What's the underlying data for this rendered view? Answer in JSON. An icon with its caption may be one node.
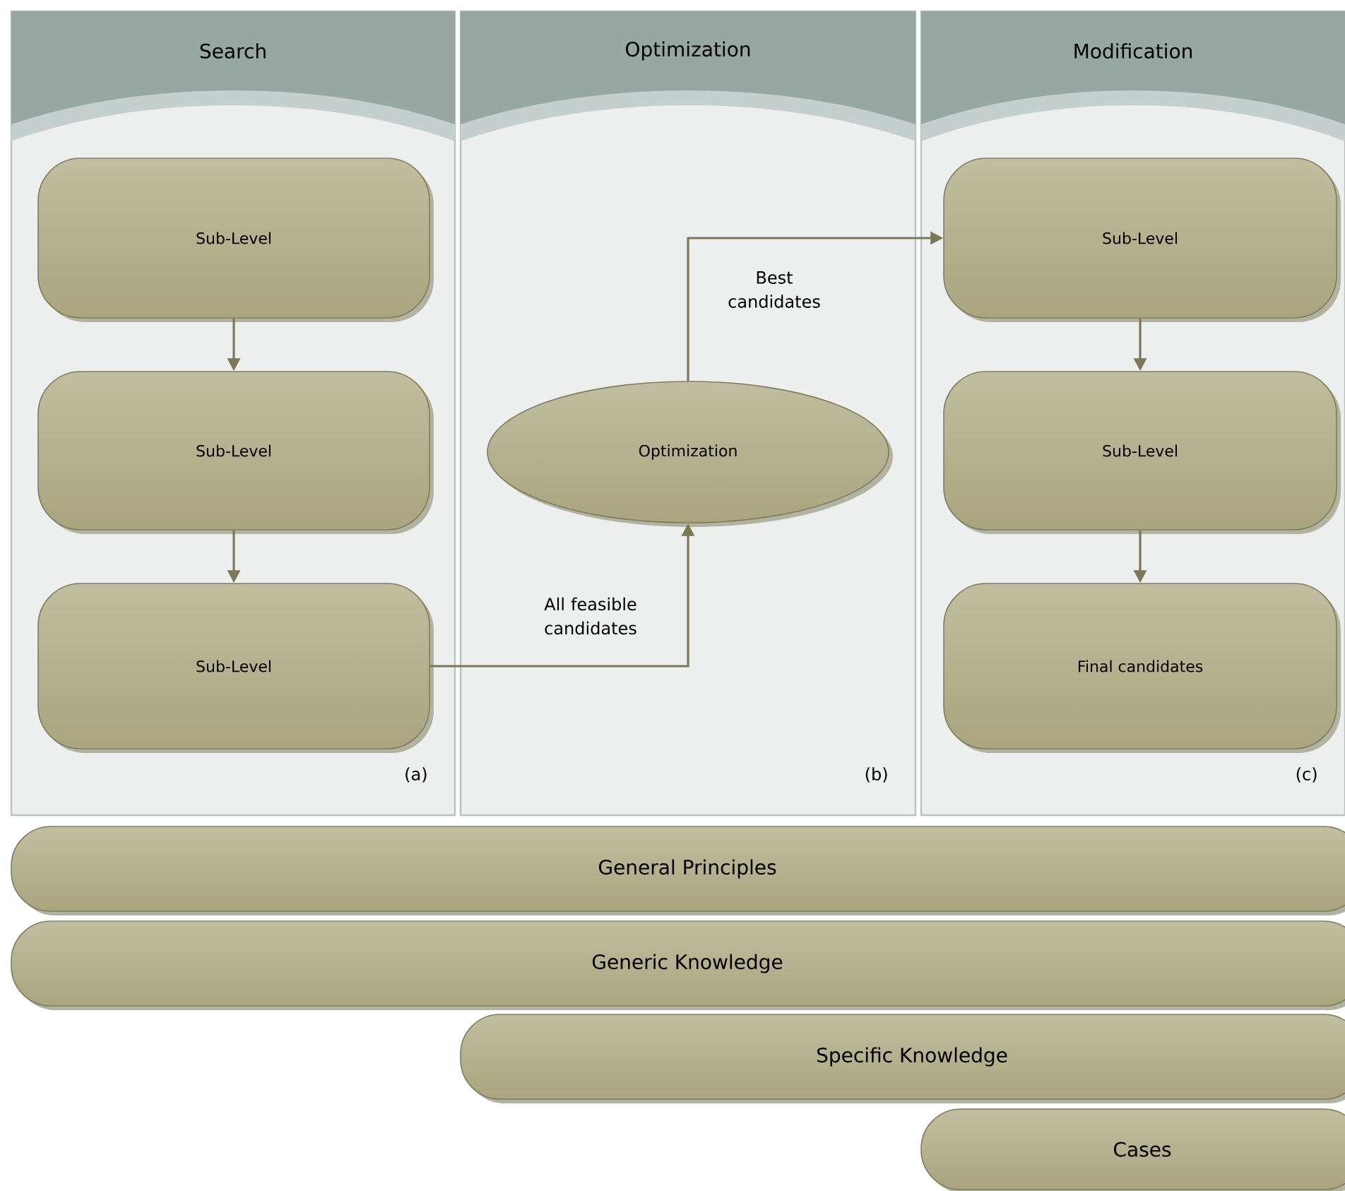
{
  "diagram": {
    "nodes": [
      {
        "text": [
          "Search",
          "(a)"
        ]
      },
      {
        "text": [
          "Optimization",
          "(b)"
        ]
      },
      {
        "text": [
          "Modification",
          "(c)"
        ]
      },
      {
        "text": [
          "Sub-Level"
        ],
        "in": 0
      },
      {
        "text": [
          "Sub-Level"
        ],
        "in": 0
      },
      {
        "text": [
          "Sub-Level"
        ],
        "in": 0
      },
      {
        "text": [
          "Optimization"
        ],
        "in": 1
      },
      {
        "text": [
          "Sub-Level"
        ],
        "in": 2
      },
      {
        "text": [
          "Sub-Level"
        ],
        "in": 2
      },
      {
        "text": [
          "Final candidates"
        ],
        "in": 2
      },
      {
        "text": [
          "General Principles"
        ]
      },
      {
        "text": [
          "Generic Knowledge"
        ]
      },
      {
        "text": [
          "Specific Knowledge"
        ]
      },
      {
        "text": [
          "Cases"
        ]
      }
    ],
    "edges": [
      {
        "from": 3,
        "to": 4,
        "arrow": "to"
      },
      {
        "from": 4,
        "to": 5,
        "arrow": "to"
      },
      {
        "from": 5,
        "to": 6,
        "arrow": "to",
        "label": "All feasible candidates"
      },
      {
        "from": 6,
        "to": 7,
        "arrow": "to",
        "label": "Best candidates"
      },
      {
        "from": 7,
        "to": 8,
        "arrow": "to"
      },
      {
        "from": 8,
        "to": 9,
        "arrow": "to"
      }
    ]
  }
}
